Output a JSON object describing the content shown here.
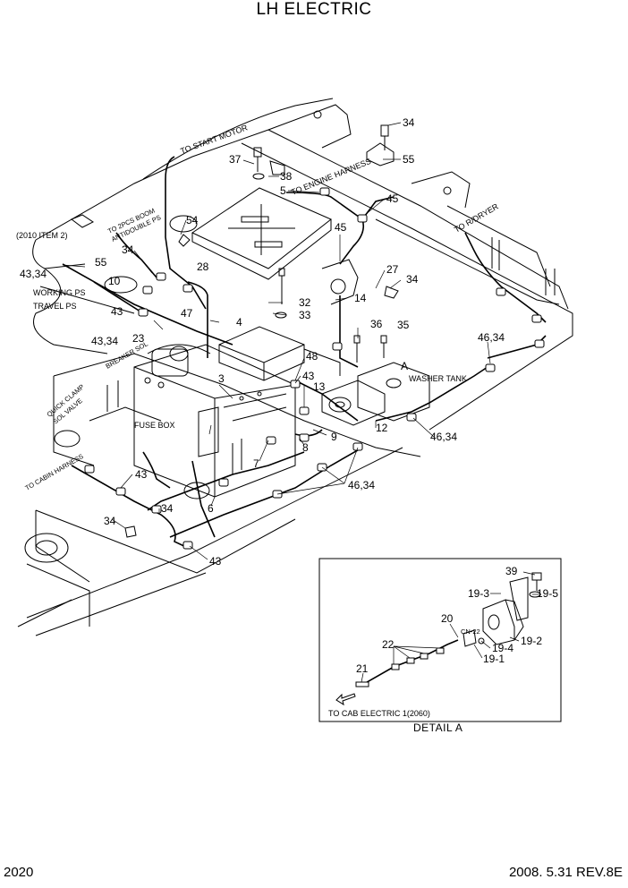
{
  "title": "LH ELECTRIC",
  "page_number": "2020",
  "footer_right": "2008. 5.31  REV.8E",
  "detail_caption": "DETAIL  A",
  "notes": {
    "to_start_motor": "TO START MOTOR",
    "to_engine_harness": "TO ENGINE HARNESS",
    "to_rdryer": "TO R/DRYER",
    "to_2pcs_boom": "TO 2PCS BOOM",
    "antidouble_ps": "ANTIDOUBLE PS",
    "item_2010": "(2010 ITEM 2)",
    "working_ps": "WORKING PS",
    "travel_ps": "TRAVEL PS",
    "breaker_sol": "BREAKER SOL",
    "quick_clamp": "QUICK CLAMP",
    "sol_valve": "SOL VALVE",
    "to_cabin_harness": "TO CABIN HARNESS",
    "fuse_box": "FUSE BOX",
    "washer_tank": "WASHER TANK",
    "to_cab_electric": "TO CAB ELECTRIC 1(2060)",
    "cn22": "CN-22",
    "detail_marker": "A"
  },
  "callouts": {
    "c34_top": "34",
    "c55_top": "55",
    "c37": "37",
    "c38": "38",
    "c5": "5",
    "c45_top": "45",
    "c54": "54",
    "c45_mid": "45",
    "c34_left": "34",
    "c55_left": "55",
    "c10": "10",
    "c43_34_left": "43,34",
    "c28": "28",
    "c27": "27",
    "c34_right": "34",
    "c32": "32",
    "c33": "33",
    "c14": "14",
    "c43_left": "43",
    "c47": "47",
    "c4": "4",
    "c36": "36",
    "c35": "35",
    "c43_34_mid": "43,34",
    "c23": "23",
    "c46_34_right": "46,34",
    "c48": "48",
    "c43_mid": "43",
    "c13": "13",
    "c3": "3",
    "c12": "12",
    "c9": "9",
    "c46_34_low": "46,34",
    "c8": "8",
    "c7": "7",
    "c43_low": "43",
    "c34_low": "34",
    "c46_34_bottom": "46,34",
    "c6": "6",
    "c34_bottom": "34",
    "c43_bottom": "43",
    "d39": "39",
    "d19_3": "19-3",
    "d19_5": "19-5",
    "d20": "20",
    "d22": "22",
    "d19_4": "19-4",
    "d19_2": "19-2",
    "d19_1": "19-1",
    "d21": "21"
  }
}
